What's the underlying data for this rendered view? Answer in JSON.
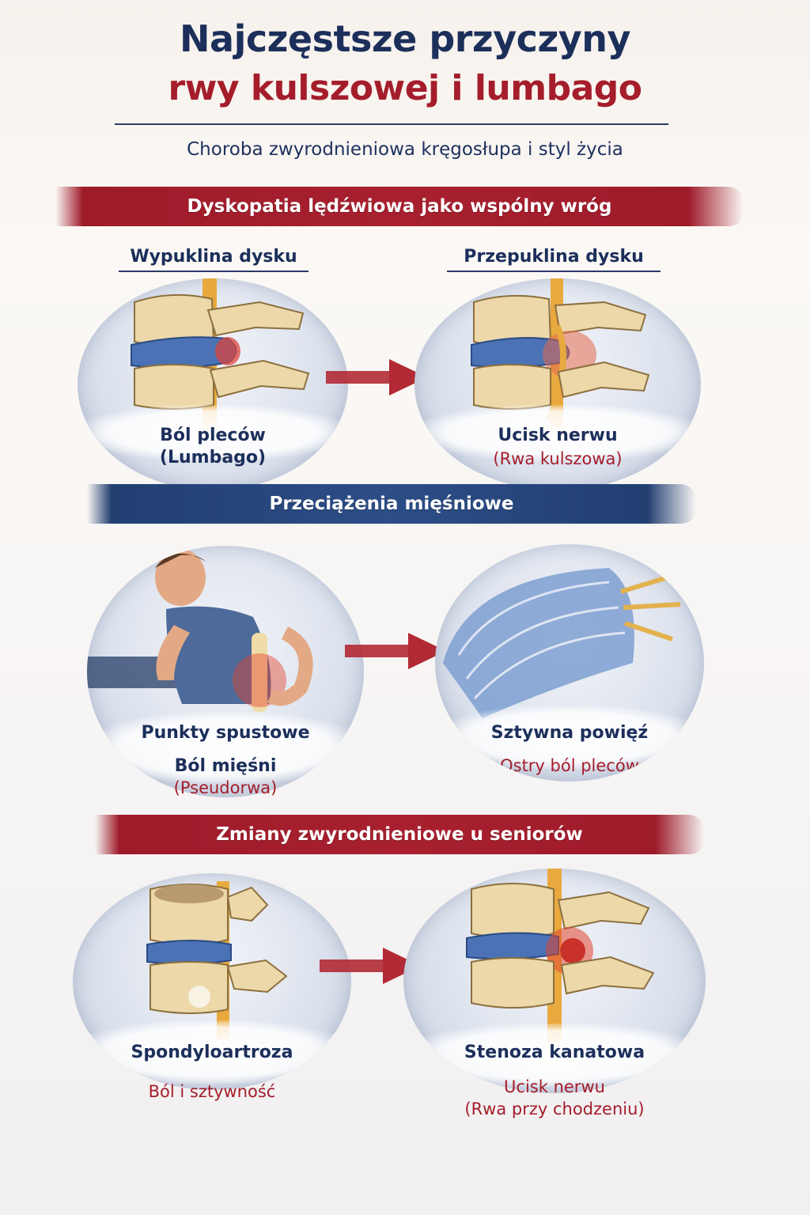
{
  "header": {
    "title_line1": "Najczęstsze przyczyny",
    "title_line2": "rwy kulszowej i lumbago",
    "subtitle": "Choroba zwyrodnieniowa kręgosłupa i styl życia"
  },
  "section1": {
    "banner": "Dyskopatia lędźwiowa jako wspólny wróg",
    "left": {
      "heading": "Wypuklina dysku",
      "label1": "Ból pleców",
      "label2": "(Lumbago)"
    },
    "right": {
      "heading": "Przepuklina dysku",
      "label1": "Ucisk nerwu",
      "label2": "(Rwa kulszowa)"
    }
  },
  "section2": {
    "banner": "Przeciążenia mięśniowe",
    "left": {
      "label1": "Punkty spustowe",
      "label2": "Ból mięśni",
      "label3": "(Pseudorwa)"
    },
    "right": {
      "label1": "Sztywna powięź",
      "label2": "Ostry ból pleców"
    }
  },
  "section3": {
    "banner": "Zmiany zwyrodnieniowe u seniorów",
    "left": {
      "label1": "Spondyloartroza",
      "label2": "Ból i sztywność"
    },
    "right": {
      "label1": "Stenoza kanatowa",
      "label2": "Ucisk nerwu",
      "label3": "(Rwa przy chodzeniu)"
    }
  },
  "colors": {
    "navy": "#1c2f5b",
    "red": "#a51d2b",
    "banner_blue": "#2c4d86",
    "disc_blue": "#4a72b5",
    "bone": "#efdcae"
  },
  "icons": [
    "spine-disc-bulge-illustration",
    "spine-disc-herniation-illustration",
    "man-back-pain-illustration",
    "muscle-fascia-illustration",
    "spondyloarthrosis-illustration",
    "spinal-stenosis-illustration",
    "arrow-right-icon"
  ]
}
